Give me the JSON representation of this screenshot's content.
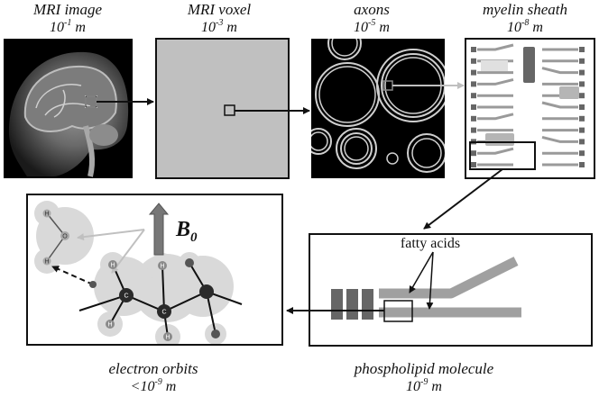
{
  "panels": {
    "mri_image": {
      "title": "MRI image",
      "scale": "10",
      "exp": "-1",
      "unit": " m"
    },
    "mri_voxel": {
      "title": "MRI voxel",
      "scale": "10",
      "exp": "-3",
      "unit": " m"
    },
    "axons": {
      "title": "axons",
      "scale": "10",
      "exp": "-5",
      "unit": " m"
    },
    "myelin": {
      "title": "myelin sheath",
      "scale": "10",
      "exp": "-8",
      "unit": " m"
    },
    "phospholipid": {
      "title": "phospholipid molecule",
      "scale": "10",
      "exp": "-9",
      "unit": " m",
      "annotation": "fatty acids"
    },
    "electron": {
      "title": "electron orbits",
      "scale": "<10",
      "exp": "-9",
      "unit": " m",
      "field_label": "B",
      "field_sub": "0"
    }
  },
  "atoms": {
    "hydrogen": "H",
    "oxygen": "O",
    "carbon": "C"
  },
  "colors": {
    "frame": "#111111",
    "voxel_fill": "#c0c0c0",
    "gray_dark": "#666666",
    "gray_mid": "#9a9a9a",
    "gray_light": "#c8c8c8",
    "orbit": "#d9d9d9",
    "arrow_gray": "#bfbfbf"
  }
}
